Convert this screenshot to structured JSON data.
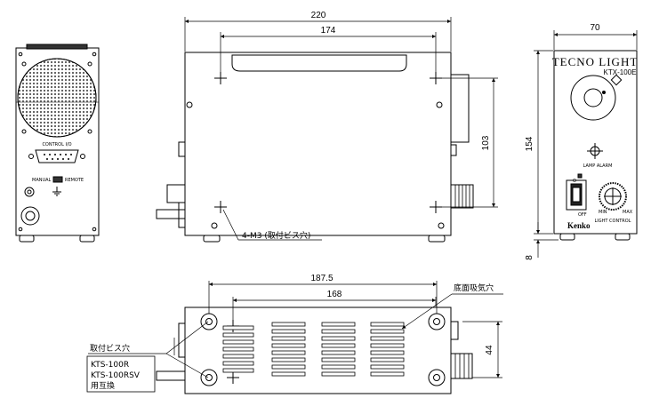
{
  "dimensions": {
    "front_width": "70",
    "total_length": "220",
    "handle_length": "174",
    "height": "154",
    "foot": "8",
    "side_height": "103",
    "bottom_hole_span": "187.5",
    "bottom_inner_span": "168",
    "bottom_height": "44"
  },
  "labels": {
    "mount_holes": "4-M3 (取付ビス穴)",
    "intake": "底面吸気穴",
    "mount_screw": "取付ビス穴",
    "compat_line1": "KTS-100R",
    "compat_line2": "KTS-100RSV",
    "compat_line3": "用互換"
  },
  "rear_panel": {
    "control_label": "CONTROL I/O",
    "manual": "MANUAL",
    "remote": "REMOTE"
  },
  "front_panel": {
    "brand_title": "TECNO LIGHT",
    "model": "KTX-100E",
    "lamp_alarm": "LAMP ALARM",
    "power_on": "O",
    "power_off": "OFF",
    "min": "MIN",
    "max": "MAX",
    "light_control": "LIGHT CONTROL",
    "maker": "Kenko"
  },
  "colors": {
    "line": "#000000",
    "fan_fill": "#d9d9d9",
    "dark": "#222222"
  }
}
